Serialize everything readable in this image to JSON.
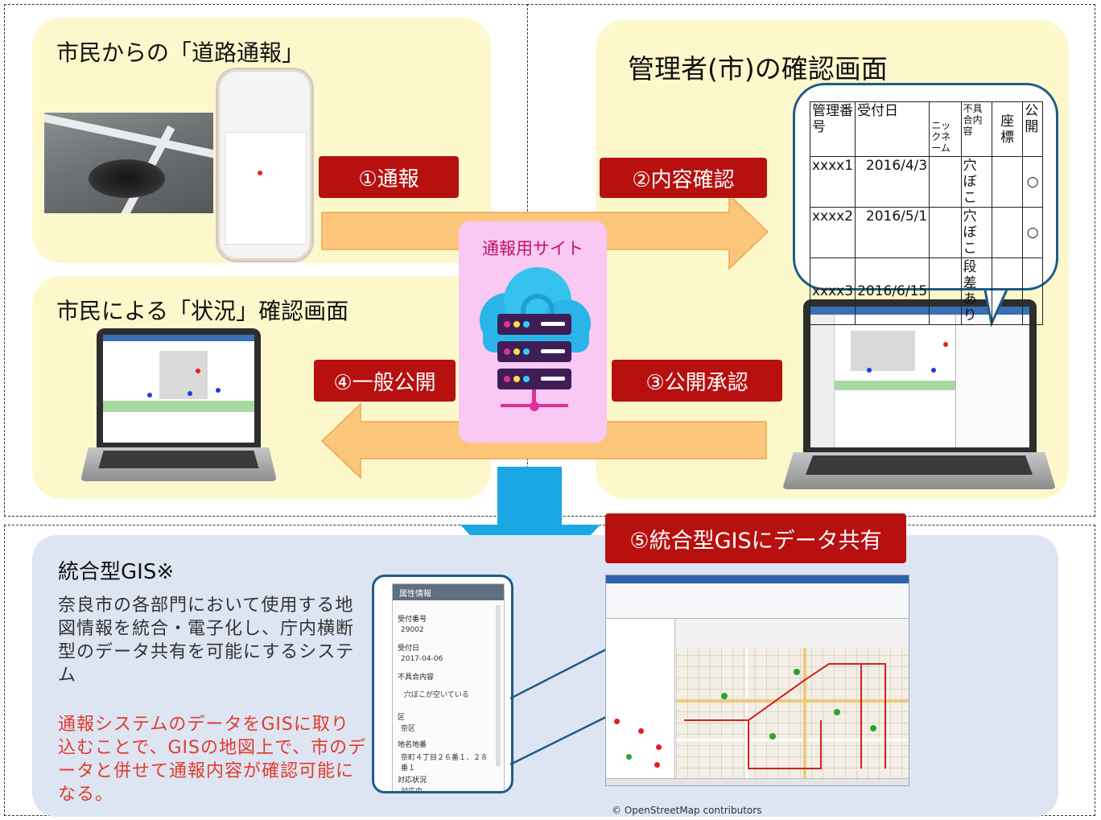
{
  "panels": {
    "citizen_report": {
      "title": "市民からの「道路通報」"
    },
    "admin_check": {
      "title": "管理者(市)の確認画面"
    },
    "citizen_status": {
      "title": "市民による「状況」確認画面"
    }
  },
  "steps": {
    "step1": "①通報",
    "step2": "②内容確認",
    "step3": "③公開承認",
    "step4": "④一般公開",
    "step5": "⑤統合型GISにデータ共有"
  },
  "site": {
    "title": "通報用サイト"
  },
  "admin_table": {
    "headers": [
      "管理番号",
      "受付日",
      "ニックネーム",
      "不具合内容",
      "座標",
      "公開"
    ],
    "rows": [
      {
        "id": "xxxx1",
        "date": "2016/4/3",
        "nickname": "",
        "issue": "穴ぼこ",
        "coord": "",
        "public": "○"
      },
      {
        "id": "xxxx2",
        "date": "2016/5/1",
        "nickname": "",
        "issue": "穴ぼこ",
        "coord": "",
        "public": "○"
      },
      {
        "id": "xxxx3",
        "date": "2016/6/15",
        "nickname": "",
        "issue": "段差あり",
        "coord": "",
        "public": ""
      }
    ]
  },
  "gis": {
    "title": "統合型GIS※",
    "description": "奈良市の各部門において使用する地図情報を統合・電子化し、庁内横断型のデータ共有を可能にするシステム",
    "highlight": "通報システムのデータをGISに取り込むことで、GISの地図上で、市のデータと併せて通報内容が確認可能になる。"
  },
  "attribute_panel": {
    "header": "属性情報",
    "fields": [
      {
        "label": "受付番号",
        "value": "29002"
      },
      {
        "label": "受付日",
        "value": "2017-04-06"
      },
      {
        "label": "不具合内容",
        "value": "穴ぼこが空いている"
      },
      {
        "label": "区",
        "value": "奈区"
      },
      {
        "label": "地名地番",
        "value": "奈町４丁目２６番１、２８番１"
      },
      {
        "label": "対応状況",
        "value": "対応中"
      }
    ]
  },
  "credit": "© OpenStreetMap contributors",
  "colors": {
    "accent_red": "#b80f0f",
    "panel_yellow": "#fdf8cc",
    "panel_blue": "#dde5f3",
    "arrow_orange": "#fcc67a",
    "arrow_blue": "#1ba7e3",
    "site_pink": "#f9c8f3"
  }
}
